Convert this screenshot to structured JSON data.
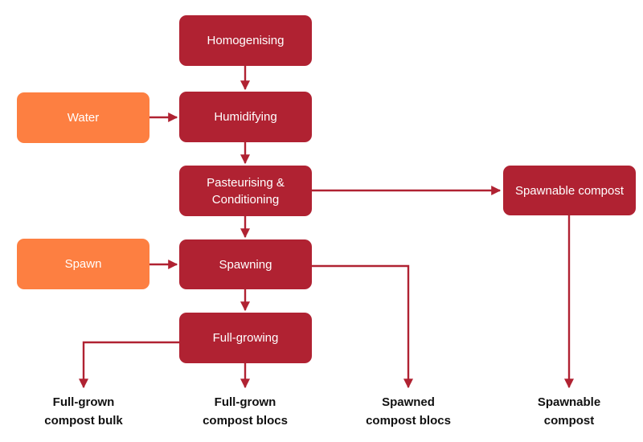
{
  "process_steps": {
    "homogenising": "Homogenising",
    "humidifying": "Humidifying",
    "pasteurising_line1": "Pasteurising &",
    "pasteurising_line2": "Conditioning",
    "spawning": "Spawning",
    "full_growing": "Full-growing",
    "spawnable_compost_box": "Spawnable compost"
  },
  "inputs": {
    "water": "Water",
    "spawn": "Spawn"
  },
  "outputs": {
    "full_grown_bulk": [
      "Full-grown",
      "compost bulk"
    ],
    "full_grown_blocs": [
      "Full-grown",
      "compost blocs"
    ],
    "spawned_blocs": [
      "Spawned",
      "compost blocs"
    ],
    "spawnable_compost": [
      "Spawnable",
      "compost"
    ]
  },
  "colors": {
    "process": "#b02232",
    "input": "#fd7f41",
    "arrow": "#b02232",
    "output_text": "#111111"
  }
}
